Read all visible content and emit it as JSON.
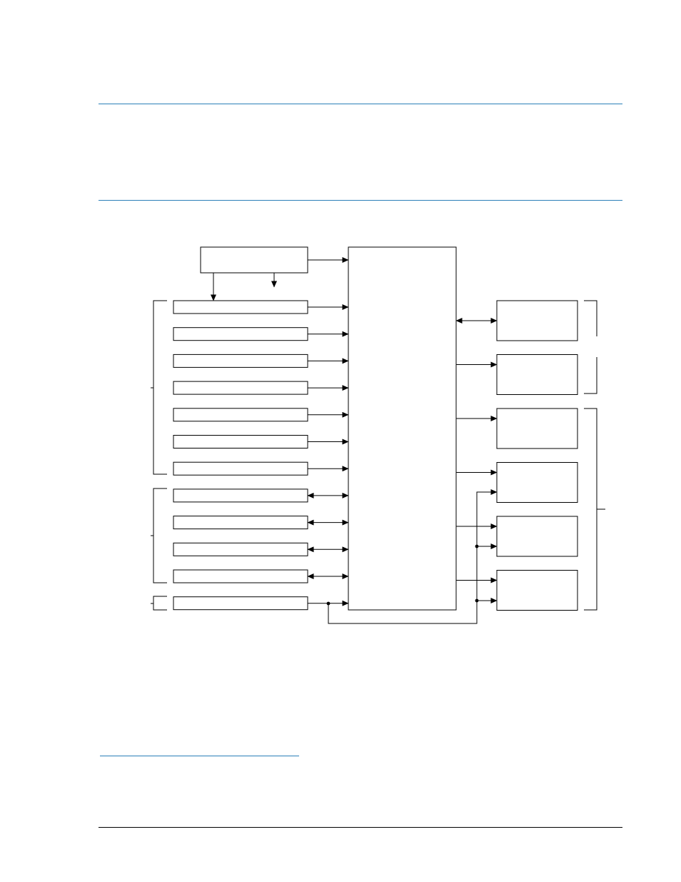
{
  "page": {
    "accent_color": "#2b7fb8",
    "line_color": "#000000",
    "footer_rule_color": "#000000"
  },
  "diagram": {
    "top_block": {
      "label": ""
    },
    "main_block": {
      "label": ""
    },
    "left_blocks": [
      {
        "label": "",
        "connection": "output"
      },
      {
        "label": "",
        "connection": "output"
      },
      {
        "label": "",
        "connection": "output"
      },
      {
        "label": "",
        "connection": "output"
      },
      {
        "label": "",
        "connection": "output"
      },
      {
        "label": "",
        "connection": "output"
      },
      {
        "label": "",
        "connection": "output"
      },
      {
        "label": "",
        "connection": "bidirectional"
      },
      {
        "label": "",
        "connection": "bidirectional"
      },
      {
        "label": "",
        "connection": "bidirectional"
      },
      {
        "label": "",
        "connection": "bidirectional"
      },
      {
        "label": "",
        "connection": "output"
      }
    ],
    "right_blocks": [
      {
        "label": "",
        "connection": "bidirectional"
      },
      {
        "label": "",
        "connection": "input"
      },
      {
        "label": "",
        "connection": "input"
      },
      {
        "label": "",
        "connection": "input"
      },
      {
        "label": "",
        "connection": "input"
      },
      {
        "label": "",
        "connection": "input"
      }
    ],
    "group_brackets": [
      {
        "side": "left",
        "label": ""
      },
      {
        "side": "left",
        "label": ""
      },
      {
        "side": "left",
        "label": ""
      },
      {
        "side": "right",
        "label": ""
      },
      {
        "side": "right",
        "label": ""
      }
    ]
  }
}
